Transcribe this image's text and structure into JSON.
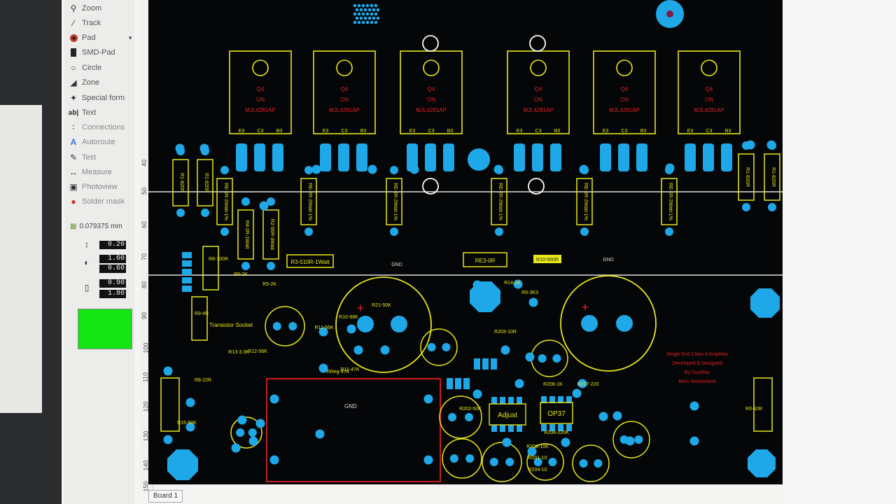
{
  "toolbar": {
    "items": [
      {
        "label": "Zoom",
        "icon": "magnifier-icon",
        "enabled": true
      },
      {
        "label": "Track",
        "icon": "track-icon",
        "enabled": true
      },
      {
        "label": "Pad",
        "icon": "pad-icon",
        "enabled": true
      },
      {
        "label": "SMD-Pad",
        "icon": "smd-pad-icon",
        "enabled": true
      },
      {
        "label": "Circle",
        "icon": "circle-icon",
        "enabled": true
      },
      {
        "label": "Zone",
        "icon": "zone-icon",
        "enabled": true
      },
      {
        "label": "Special form",
        "icon": "special-form-icon",
        "enabled": true
      },
      {
        "label": "Text",
        "icon": "text-icon",
        "enabled": true
      },
      {
        "label": "Connections",
        "icon": "connections-icon",
        "enabled": false
      },
      {
        "label": "Autoroute",
        "icon": "autoroute-icon",
        "enabled": false
      },
      {
        "label": "Test",
        "icon": "test-icon",
        "enabled": false
      },
      {
        "label": "Measure",
        "icon": "measure-icon",
        "enabled": false
      },
      {
        "label": "Photoview",
        "icon": "photoview-icon",
        "enabled": false
      },
      {
        "label": "Solder mask",
        "icon": "solder-mask-icon",
        "enabled": false
      }
    ],
    "grid": "0.079375 mm",
    "track_width": "0.20",
    "pad_outer": "1.60",
    "pad_inner": "0.60",
    "smd_width": "0.90",
    "smd_height": "1.80",
    "layer_color": "#13e613"
  },
  "ruler": {
    "ticks": [
      "40",
      "50",
      "60",
      "70",
      "80",
      "90",
      "100",
      "110",
      "120",
      "130",
      "140",
      "150"
    ]
  },
  "pcb": {
    "transistors": [
      {
        "ref": "Q4",
        "mfr": "ON",
        "part": "MJL4281AP",
        "pins": [
          "E3",
          "C3",
          "B3"
        ]
      },
      {
        "ref": "Q4",
        "mfr": "ON",
        "part": "MJL4281AP",
        "pins": [
          "E3",
          "C3",
          "B3"
        ]
      },
      {
        "ref": "Q4",
        "mfr": "ON",
        "part": "MJL4281AP",
        "pins": [
          "E3",
          "C3",
          "B3"
        ]
      },
      {
        "ref": "Q4",
        "mfr": "ON",
        "part": "MJL4281AP",
        "pins": [
          "E3",
          "C3",
          "B3"
        ]
      },
      {
        "ref": "Q4",
        "mfr": "ON",
        "part": "MJL4281AP",
        "pins": [
          "E3",
          "C3",
          "B3"
        ]
      },
      {
        "ref": "Q4",
        "mfr": "ON",
        "part": "MJL4281AP",
        "pins": [
          "E3",
          "C3",
          "B3"
        ]
      }
    ],
    "resistor_labels": [
      "R1-820R",
      "R1-820R",
      "RE-2R-2Watt-1%",
      "R4-2R-1Watt",
      "R2-56R-3Watt",
      "RE-2R-2Watt-1%",
      "RE-2R-2Watt-1%",
      "RE-2R-2Watt-1%",
      "RE-2R-2Watt-1%",
      "RE-2R-2Watt-1%",
      "R1-820R",
      "R1-820R"
    ],
    "mid_labels": {
      "r3": "R3-510R-1Watt",
      "re3": "RE3-0R",
      "r10": "R10-560R",
      "gnd1": "GND",
      "gnd2": "GND"
    },
    "small_labels": [
      "R8-100R",
      "R8-22R",
      "R6-2K",
      "R9-4R",
      "R13-3.3K",
      "R12-56K",
      "R11-56K",
      "R10-68K",
      "R21-50K",
      "R14-1K",
      "R9-3K3",
      "R11-47K",
      "R5-2K",
      "RReg-47K",
      "R206-1K",
      "R207-220",
      "R208-220K",
      "R209-10K",
      "R201-10",
      "R204-10",
      "R203-10R",
      "R202-50K",
      "R15-50K",
      "R3-10R"
    ],
    "section_labels": {
      "transistor_socket": "Transistor Socket",
      "adjust": "Adjust",
      "opamp": "OP37",
      "gnd_box": "GND"
    },
    "credit": [
      "Single End Class A AmpMax",
      "Developed & Designed",
      "By DuoMax",
      "Bern Switzerland"
    ]
  },
  "board_tab": "Board 1"
}
